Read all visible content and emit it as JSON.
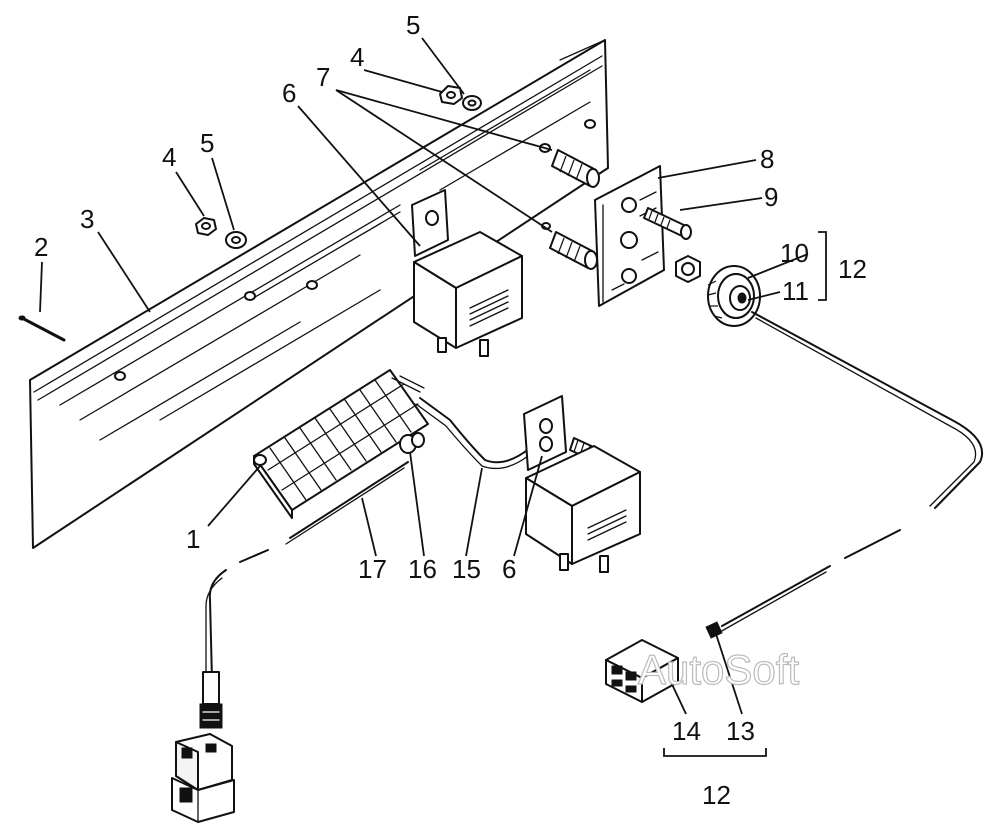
{
  "diagram": {
    "callouts": [
      {
        "id": "c2",
        "text": "2"
      },
      {
        "id": "c3",
        "text": "3"
      },
      {
        "id": "c4a",
        "text": "4"
      },
      {
        "id": "c5a",
        "text": "5"
      },
      {
        "id": "c4b",
        "text": "4"
      },
      {
        "id": "c5b",
        "text": "5"
      },
      {
        "id": "c6a",
        "text": "6"
      },
      {
        "id": "c7",
        "text": "7"
      },
      {
        "id": "c8",
        "text": "8"
      },
      {
        "id": "c9",
        "text": "9"
      },
      {
        "id": "c10",
        "text": "10"
      },
      {
        "id": "c11",
        "text": "11"
      },
      {
        "id": "c12a",
        "text": "12"
      },
      {
        "id": "c1",
        "text": "1"
      },
      {
        "id": "c17",
        "text": "17"
      },
      {
        "id": "c16",
        "text": "16"
      },
      {
        "id": "c15",
        "text": "15"
      },
      {
        "id": "c6b",
        "text": "6"
      },
      {
        "id": "c14",
        "text": "14"
      },
      {
        "id": "c13",
        "text": "13"
      },
      {
        "id": "c12b",
        "text": "12"
      }
    ],
    "watermark": "AutoSoft"
  }
}
